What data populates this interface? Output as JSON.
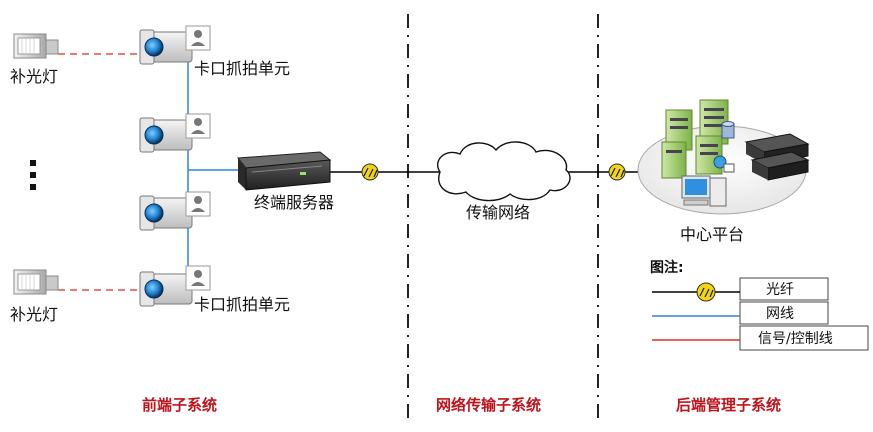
{
  "labels": {
    "fill_light_top": "补光灯",
    "fill_light_bottom": "补光灯",
    "capture_unit_top": "卡口抓拍单元",
    "capture_unit_bottom": "卡口抓拍单元",
    "terminal_server": "终端服务器",
    "transport_network": "传输网络",
    "central_platform": "中心平台"
  },
  "subsystems": {
    "front_end": "前端子系统",
    "network_transport": "网络传输子系统",
    "back_end": "后端管理子系统"
  },
  "legend": {
    "title": "图注:",
    "items": [
      {
        "label": "光纤",
        "kind": "fiber",
        "color": "#000000"
      },
      {
        "label": "网线",
        "kind": "network-cable",
        "color": "#2e86d6"
      },
      {
        "label": "信号/控制线",
        "kind": "signal-control-line",
        "color": "#e02a2a"
      }
    ]
  },
  "colors": {
    "subsystem_text": "#c0141c",
    "network_cable": "#2e86d6",
    "signal_line": "#e02a2a",
    "fiber": "#000000"
  }
}
